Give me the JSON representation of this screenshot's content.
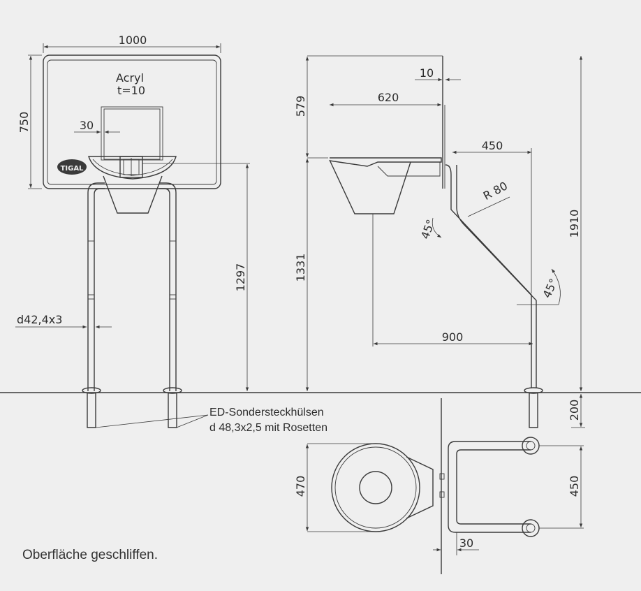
{
  "front_view": {
    "width_dim": "1000",
    "height_dim": "750",
    "material": "Acryl",
    "thickness": "t=10",
    "offset_dim": "30",
    "rim_height_dim": "1297",
    "pipe_dim": "d42,4x3",
    "logo_text": "TIGAL"
  },
  "side_view": {
    "wall_dim": "10",
    "basket_dim": "620",
    "upper_dim": "579",
    "lower_dim": "1331",
    "offset_dim": "450",
    "radius_dim": "R 80",
    "angle_upper": "45°",
    "angle_lower": "45°",
    "reach_dim": "900",
    "total_dim": "1910",
    "ground_dim": "200"
  },
  "plan_view": {
    "depth_dim": "470",
    "spacing_dim": "450",
    "gap_dim": "30"
  },
  "sleeve_label": {
    "line1": "ED-Sondersteckhülsen",
    "line2": "d 48,3x2,5 mit Rosetten"
  },
  "footer_note": "Oberfläche geschliffen."
}
